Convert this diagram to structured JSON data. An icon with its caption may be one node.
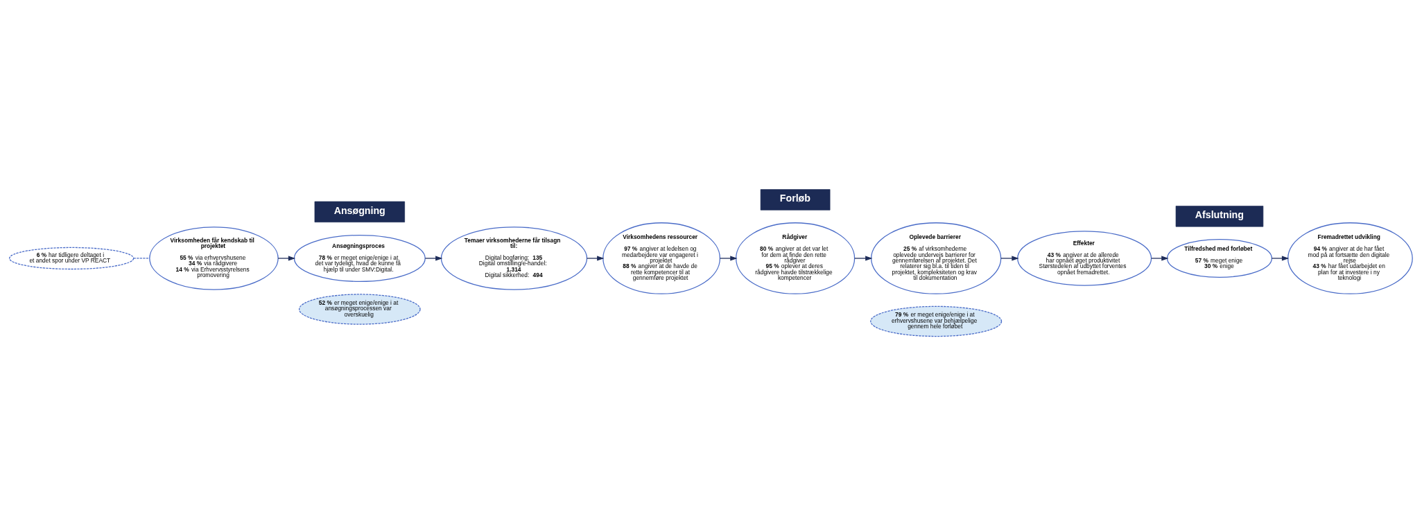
{
  "diagram": {
    "nodes": [
      {
        "text": [
          "Ansøgning"
        ]
      },
      {
        "text": [
          "Forløb"
        ]
      },
      {
        "text": [
          "Afslutning"
        ]
      },
      {
        "text": [
          "**6 %** har tidligere deltaget i et andet spor under VP REACT"
        ]
      },
      {
        "text": [
          "Virksomheden får kendskab til projektet",
          "**55 %** via erhvervshusene",
          "**34 %** via rådgivere",
          "**14 %** via Erhvervsstyrelsens promovering"
        ]
      },
      {
        "text": [
          "Ansøgningsproces",
          "**78 %** er meget enige/enige i at det var tydeligt, hvad de kunne få hjælp til under SMV:Digital."
        ]
      },
      {
        "text": [
          "**52 %** er meget enige/enige i at ansøgningsprocessen var overskuelig"
        ]
      },
      {
        "text": [
          "Temaer virksomhederne får tilsagn til:",
          "Digital bogføring: **135**",
          "Digital omstilling/e-handel: **1.314**",
          "Digital sikkerhed: **494**"
        ]
      },
      {
        "text": [
          "Virksomhedens ressourcer",
          "**97 %** angiver at ledelsen og medarbejdere var engageret i projektet",
          "**88 %** angiver at de havde de rette kompetencer til at gennemføre projektet"
        ]
      },
      {
        "text": [
          "Rådgiver",
          "**80 %** angiver at det var let for dem at finde den rette rådgiver",
          "**95 %** oplever at deres rådgivere havde tilstrækkelige kompetencer"
        ]
      },
      {
        "text": [
          "Oplevede barrierer",
          "**25 %** af virksomhederne oplevede undervejs barrierer for gennemførelsen af projektet. Det relaterer sig bl.a. til tiden til projektet, kompleksiteten og krav til dokumentation"
        ]
      },
      {
        "text": [
          "**79 %** er meget enige/enige i at erhvervshusene var behjælpelige gennem hele forløbet"
        ]
      },
      {
        "text": [
          "Effekter",
          "**43 %** angiver at de allerede har opnået øget produktivitet",
          "Størstedelen af udbyttet forventes opnået fremadrettet."
        ]
      },
      {
        "text": [
          "Tilfredshed med forløbet",
          "**57 %** meget enige",
          "**30 %** enige"
        ]
      },
      {
        "text": [
          "Fremadrettet udvikling",
          "**94 %** angiver at de har fået mod på at fortsætte den digitale rejse",
          "**43 %** har fået udarbejdet en plan for at investere i ny teknologi"
        ]
      }
    ],
    "edges": [
      {
        "from": 3,
        "to": 4,
        "arrow": "none",
        "style": "dashed",
        "color": "#4a6cc8"
      },
      {
        "from": 4,
        "to": 5,
        "arrow": "to"
      },
      {
        "from": 5,
        "to": 7,
        "arrow": "to"
      },
      {
        "from": 7,
        "to": 8,
        "arrow": "to"
      },
      {
        "from": 8,
        "to": 9,
        "arrow": "to"
      },
      {
        "from": 9,
        "to": 10,
        "arrow": "to"
      },
      {
        "from": 10,
        "to": 12,
        "arrow": "to"
      },
      {
        "from": 12,
        "to": 13,
        "arrow": "to"
      },
      {
        "from": 13,
        "to": 14,
        "arrow": "to"
      }
    ]
  }
}
